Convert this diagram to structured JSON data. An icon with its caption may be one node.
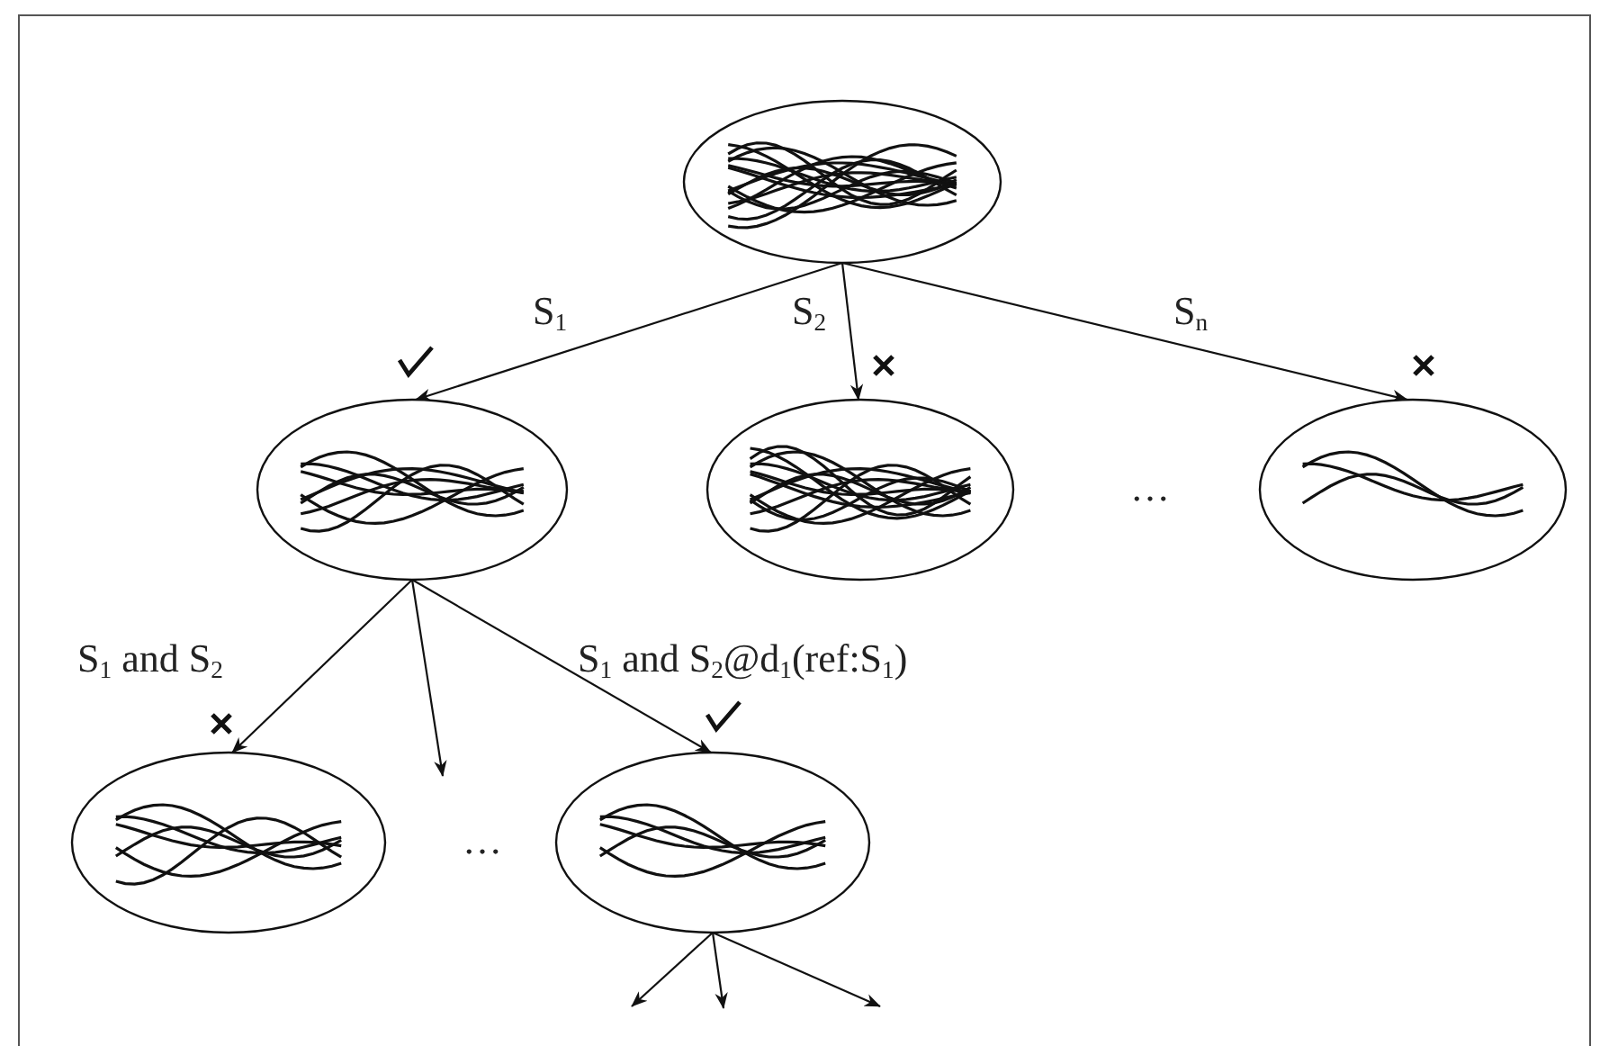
{
  "diagram": {
    "nodes": [
      {
        "text": [],
        "shape": "picture"
      },
      {
        "text": [],
        "shape": "picture"
      },
      {
        "text": [],
        "shape": "picture"
      },
      {
        "text": [],
        "shape": "picture"
      },
      {
        "text": [],
        "shape": "picture"
      },
      {
        "text": [],
        "shape": "picture"
      }
    ],
    "edges": [
      {
        "from": 0,
        "to": 1,
        "arrow": "to",
        "label": "S$_{1}$"
      },
      {
        "from": 0,
        "to": 2,
        "arrow": "to",
        "label": "S$_{2}$"
      },
      {
        "from": 0,
        "to": 3,
        "arrow": "to",
        "label": "S$_{n}$"
      },
      {
        "from": 1,
        "to": 4,
        "arrow": "to",
        "label": "S$_{1}$ and S$_{2}$"
      },
      {
        "from": 1,
        "to": null,
        "arrow": "to"
      },
      {
        "from": 1,
        "to": 5,
        "arrow": "to",
        "label": "S$_{1}$ and S$_{2}$@d$_{1}$(ref:S$_{1}$)"
      },
      {
        "from": 5,
        "to": null,
        "arrow": "to"
      },
      {
        "from": 5,
        "to": null,
        "arrow": "to"
      },
      {
        "from": 5,
        "to": null,
        "arrow": "to"
      }
    ],
    "labels": [
      "…",
      "…"
    ]
  }
}
